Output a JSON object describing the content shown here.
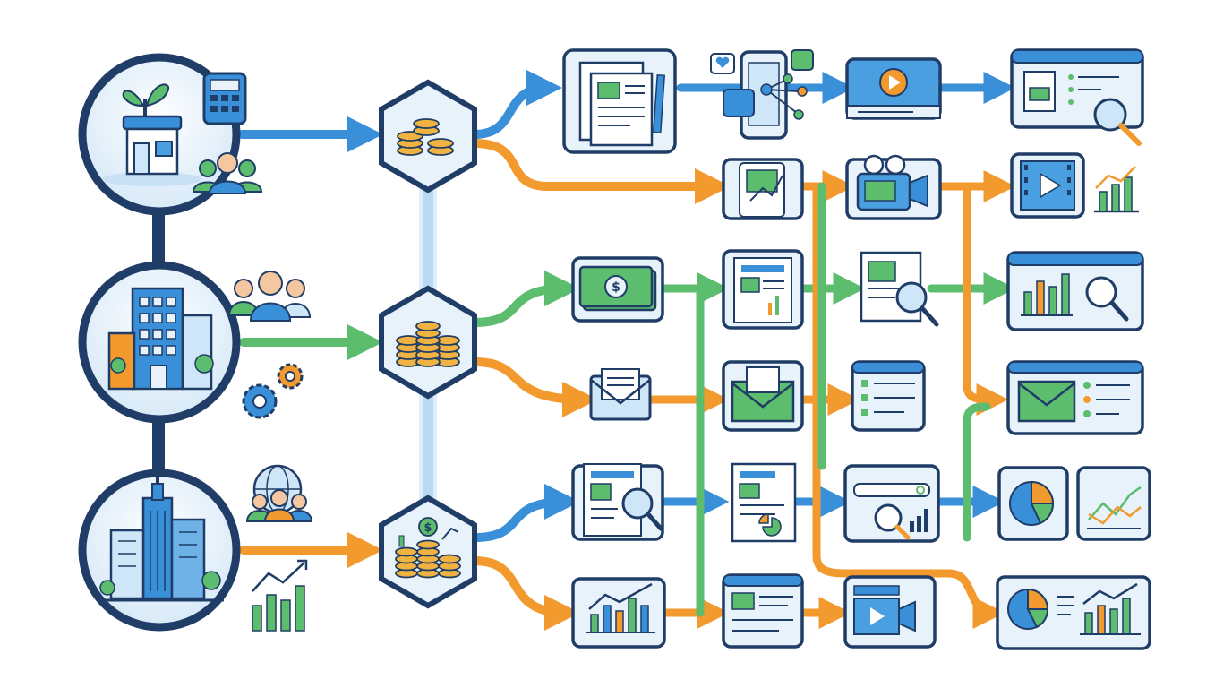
{
  "diagram": {
    "kind": "business-channel-flow",
    "colors": {
      "outline": "#1f3d66",
      "panel_fill": "#e8f2fb",
      "panel_fill_alt": "#f3f8fd",
      "blue": "#3a8fd9",
      "blue_light": "#b9d9f2",
      "green": "#5bbd6d",
      "orange": "#f29a2e",
      "coin": "#f0b241",
      "screen": "#4a9fe0",
      "icon_green": "#4caf6a"
    },
    "tiers": [
      {
        "id": "small-business",
        "icon": "storefront-icon",
        "side_icons": [
          "calculator-icon",
          "people-group-icon"
        ],
        "hub_icon": "coin-stack-small-icon",
        "color": "blue"
      },
      {
        "id": "corporate",
        "icon": "office-building-icon",
        "side_icons": [
          "business-team-icon",
          "gears-icon"
        ],
        "hub_icon": "coin-stack-medium-icon",
        "color": "green"
      },
      {
        "id": "enterprise",
        "icon": "skyscraper-city-icon",
        "side_icons": [
          "global-team-icon",
          "growth-chart-icon"
        ],
        "hub_icon": "coin-stack-growth-icon",
        "color": "orange"
      }
    ],
    "channels": [
      "document-pen-icon",
      "social-phone-icon",
      "video-player-icon",
      "web-dashboard-search-icon",
      "mobile-chart-icon",
      "video-camera-icon",
      "video-film-icon",
      "trend-chart-icon",
      "cash-icon",
      "report-document-icon",
      "document-search-icon",
      "bar-chart-search-icon",
      "email-icon",
      "email-envelope-icon",
      "web-list-icon",
      "email-dashboard-icon",
      "news-search-icon",
      "report-pie-icon",
      "search-analytics-icon",
      "pie-chart-icon",
      "line-chart-icon",
      "growth-chart-card-icon",
      "web-page-icon",
      "video-tabs-icon",
      "analytics-dashboard-icon"
    ]
  }
}
